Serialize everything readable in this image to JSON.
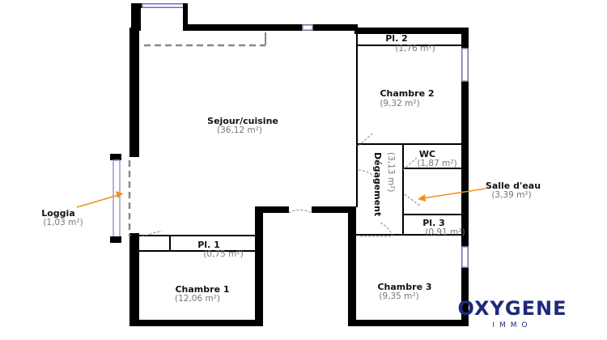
{
  "rooms": [
    {
      "name": "Sejour/cuisine",
      "area": "(36,12 m²)"
    },
    {
      "name": "Pl. 2",
      "area": "(1,76 m²)"
    },
    {
      "name": "Chambre 2",
      "area": "(9,32 m²)"
    },
    {
      "name": "WC",
      "area": "(1,87 m²)"
    },
    {
      "name": "Dégagement",
      "area": "(3,13 m²)"
    },
    {
      "name": "Salle d'eau",
      "area": "(3,39 m²)"
    },
    {
      "name": "Pl. 3",
      "area": "(0,91 m²)"
    },
    {
      "name": "Loggia",
      "area": "(1,03 m²)"
    },
    {
      "name": "Pl. 1",
      "area": "(0,75 m²)"
    },
    {
      "name": "Chambre 1",
      "area": "(12,06 m²)"
    },
    {
      "name": "Chambre 3",
      "area": "(9,35 m²)"
    }
  ],
  "arrow_color": "#f0901e",
  "wall_color": "#000000",
  "logo": {
    "name": "OXYGENE",
    "sub": "IMMO",
    "color": "#1e2a78"
  }
}
